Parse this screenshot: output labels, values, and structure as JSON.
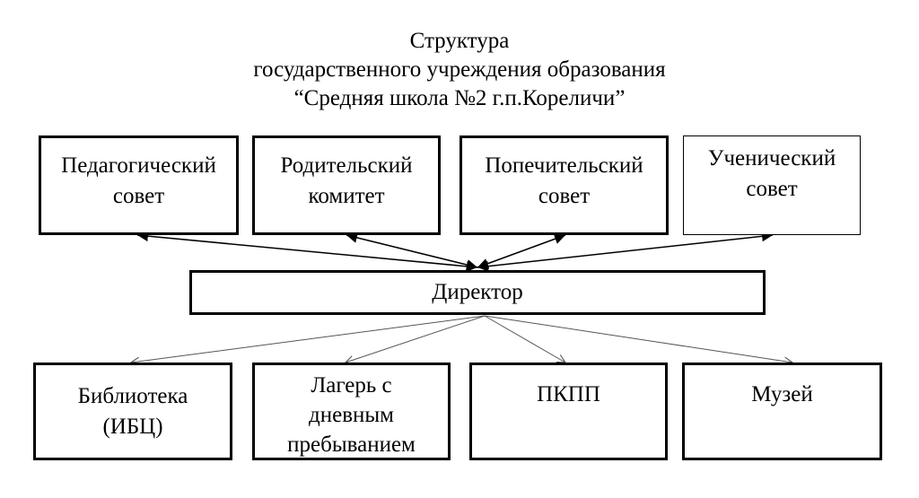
{
  "title": {
    "line1": "Структура",
    "line2": "государственного учреждения образования",
    "line3": "“Средняя школа №2 г.п.Кореличи”"
  },
  "councils": {
    "pedagogical": "Педагогический\nсовет",
    "parents": "Родительский\nкомитет",
    "trustees": "Попечительский\nсовет",
    "students": "Ученический\nсовет"
  },
  "director": "Директор",
  "units": {
    "library": "Библиотека\n(ИБЦ)",
    "camp": "Лагерь с\nдневным\nпребыванием",
    "pkpp": "ПКПП",
    "museum": "Музей"
  },
  "colors": {
    "line": "#000000",
    "thin_line": "#555555",
    "background": "#ffffff"
  }
}
